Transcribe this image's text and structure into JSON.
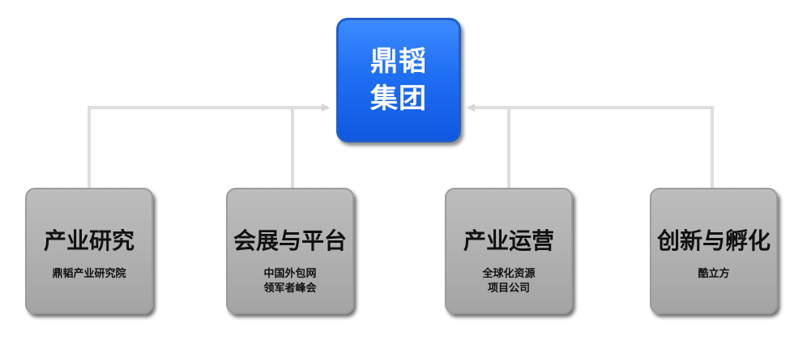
{
  "root": {
    "lines": [
      "鼎韬",
      "集团"
    ]
  },
  "children": [
    {
      "title": "产业研究",
      "sub": [
        "鼎韬产业研究院"
      ]
    },
    {
      "title": "会展与平台",
      "sub": [
        "中国外包网",
        "领军者峰会"
      ]
    },
    {
      "title": "产业运营",
      "sub": [
        "全球化资源",
        "项目公司"
      ]
    },
    {
      "title": "创新与孵化",
      "sub": [
        "酷立方"
      ]
    }
  ],
  "colors": {
    "root_fill": "#1f6ff4",
    "child_fill": "#b0b0b0",
    "connector": "#dcdcdc"
  }
}
